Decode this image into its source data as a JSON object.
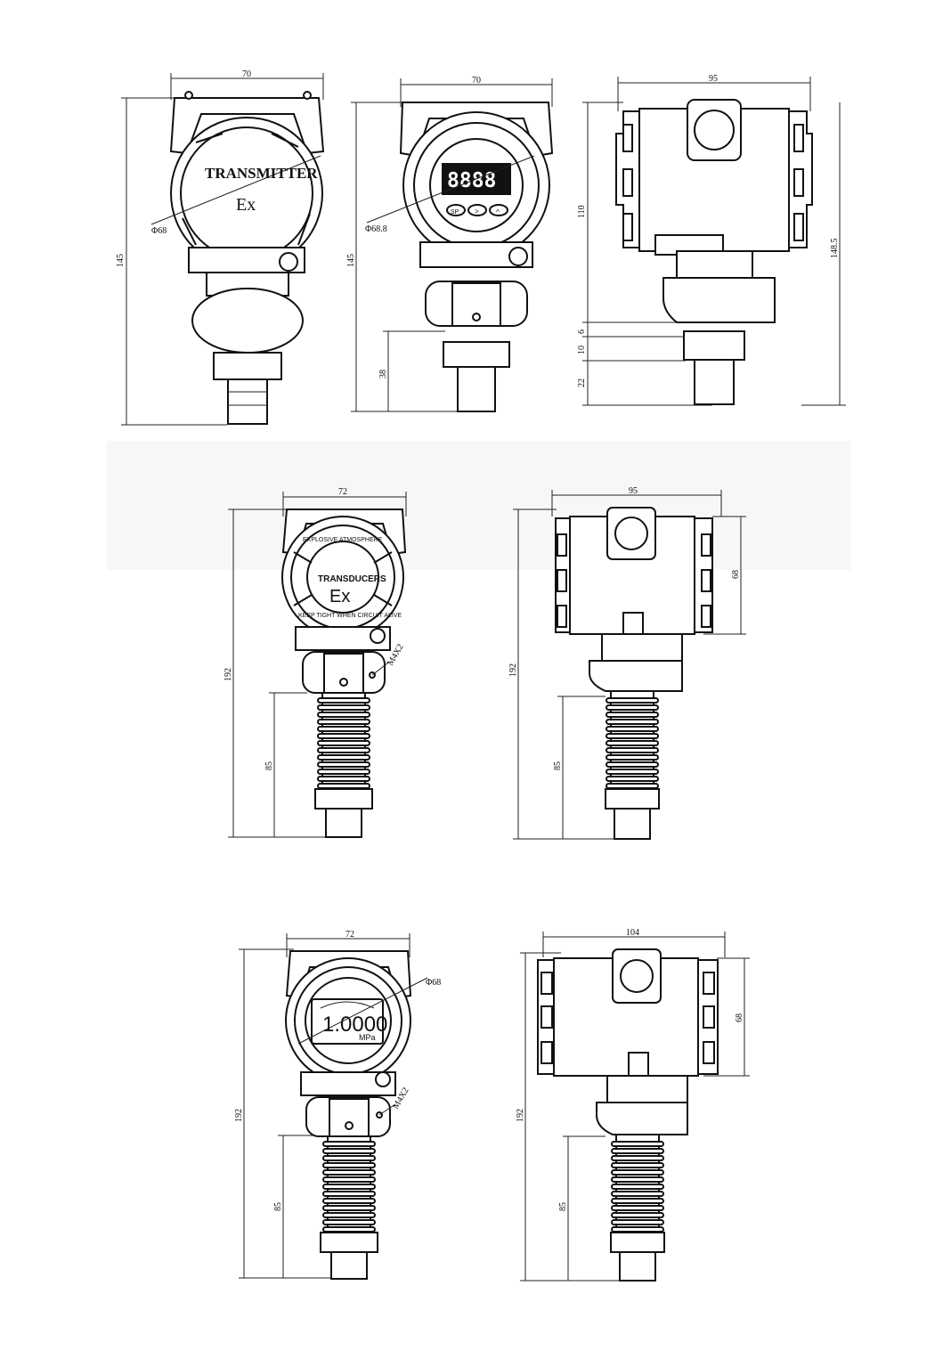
{
  "views": {
    "a_front": {
      "width": "70",
      "height": "145",
      "diameter": "Φ68",
      "label_main": "TRANSMITTER",
      "label_ex": "Ex"
    },
    "b_front": {
      "width": "70",
      "height": "145",
      "diameter": "Φ68.8",
      "lower": "38",
      "display": "8888",
      "btn1": "SP",
      "btn2": ">",
      "btn3": "^"
    },
    "c_side": {
      "width": "95",
      "height_body": "110",
      "height_total": "148.5",
      "d1": "6",
      "d2": "10",
      "d3": "22"
    },
    "d_front": {
      "width": "72",
      "height": "192",
      "lower": "85",
      "thread": "M4X2",
      "cap_top": "EXPLOSIVE ATMOSPHERE",
      "cap_bottom": "KEEP TIGHT WHEN CIRCUIT ALIVE",
      "cap_mid": "TRANSDUCERS",
      "cap_ex": "Ex"
    },
    "e_side": {
      "width": "95",
      "height": "192",
      "body": "68",
      "lower": "85"
    },
    "f_front": {
      "width": "72",
      "height": "192",
      "lower": "85",
      "diameter": "Φ68",
      "thread": "M4X2",
      "reading": "1.0000",
      "unit": "MPa"
    },
    "g_side": {
      "width": "104",
      "height": "192",
      "body": "68",
      "lower": "85"
    }
  }
}
